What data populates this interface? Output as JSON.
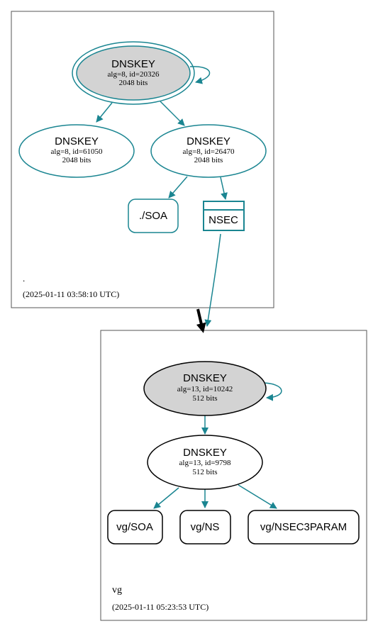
{
  "colors": {
    "edge": "#1a8591",
    "ksk_fill": "#d3d3d3",
    "zone_border": "#555555",
    "black": "#000000"
  },
  "root_zone": {
    "name": ".",
    "timestamp": "(2025-01-11 03:58:10 UTC)",
    "ksk": {
      "title": "DNSKEY",
      "line1": "alg=8, id=20326",
      "line2": "2048 bits"
    },
    "zsk_a": {
      "title": "DNSKEY",
      "line1": "alg=8, id=61050",
      "line2": "2048 bits"
    },
    "zsk_b": {
      "title": "DNSKEY",
      "line1": "alg=8, id=26470",
      "line2": "2048 bits"
    },
    "soa": "./SOA",
    "nsec": "NSEC"
  },
  "vg_zone": {
    "name": "vg",
    "timestamp": "(2025-01-11 05:23:53 UTC)",
    "ksk": {
      "title": "DNSKEY",
      "line1": "alg=13, id=10242",
      "line2": "512 bits"
    },
    "zsk": {
      "title": "DNSKEY",
      "line1": "alg=13, id=9798",
      "line2": "512 bits"
    },
    "soa": "vg/SOA",
    "ns": "vg/NS",
    "nsec3param": "vg/NSEC3PARAM"
  }
}
